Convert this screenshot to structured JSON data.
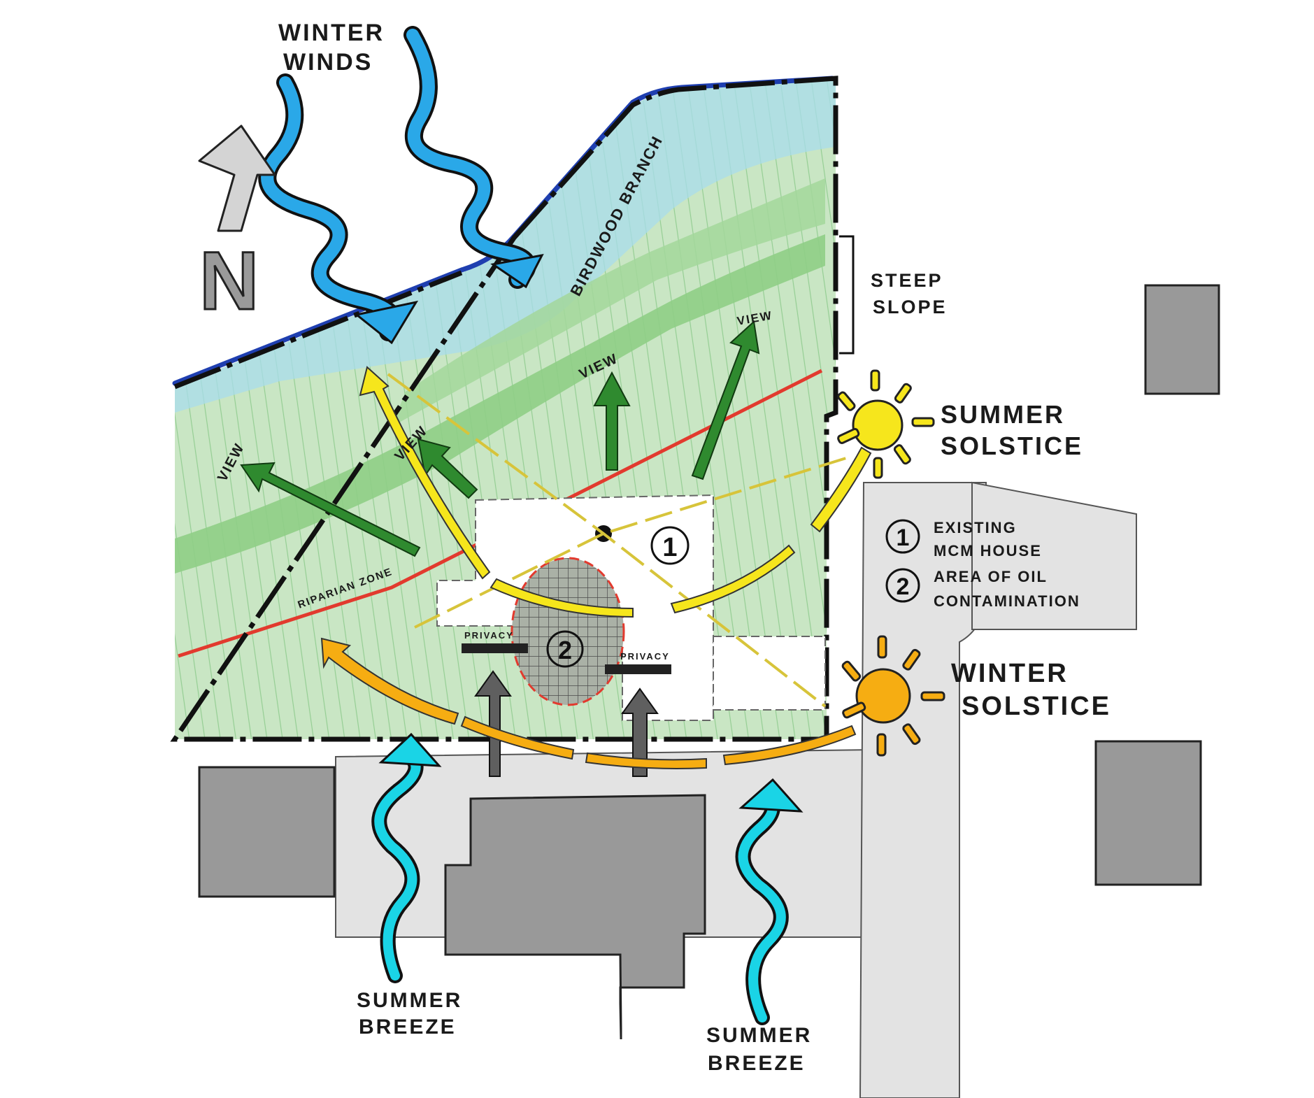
{
  "labels": {
    "winter_winds_1": "WINTER",
    "winter_winds_2": "WINDS",
    "north": "N",
    "steep_slope_1": "STEEP",
    "steep_slope_2": "SLOPE",
    "birdwood_branch": "BIRDWOOD BRANCH",
    "summer_solstice_1": "SUMMER",
    "summer_solstice_2": "SOLSTICE",
    "winter_solstice_1": "WINTER",
    "winter_solstice_2": "SOLSTICE",
    "riparian_zone": "RIPARIAN ZONE",
    "view": "VIEW",
    "privacy": "PRIVACY",
    "summer_breeze_1": "SUMMER",
    "summer_breeze_2": "BREEZE"
  },
  "legend": {
    "items": [
      {
        "num": "1",
        "line1": "EXISTING",
        "line2": "MCM HOUSE"
      },
      {
        "num": "2",
        "line1": "AREA OF OIL",
        "line2": "CONTAMINATION"
      }
    ]
  },
  "markers": {
    "house": "1",
    "contamination": "2"
  },
  "colors": {
    "site_green": "#c9e6c4",
    "slope_green": "#8fce86",
    "stream_blue": "#1f3fb0",
    "water_light": "#a8dcec",
    "wind_blue": "#2aa8e8",
    "breeze_cyan": "#1ad4e6",
    "view_arrow": "#2f8a2f",
    "summer_sun": "#f6e61c",
    "winter_sun": "#f6ad12",
    "riparian_red": "#e23a2e",
    "building_gray": "#999999",
    "road_gray": "#e3e3e3"
  }
}
